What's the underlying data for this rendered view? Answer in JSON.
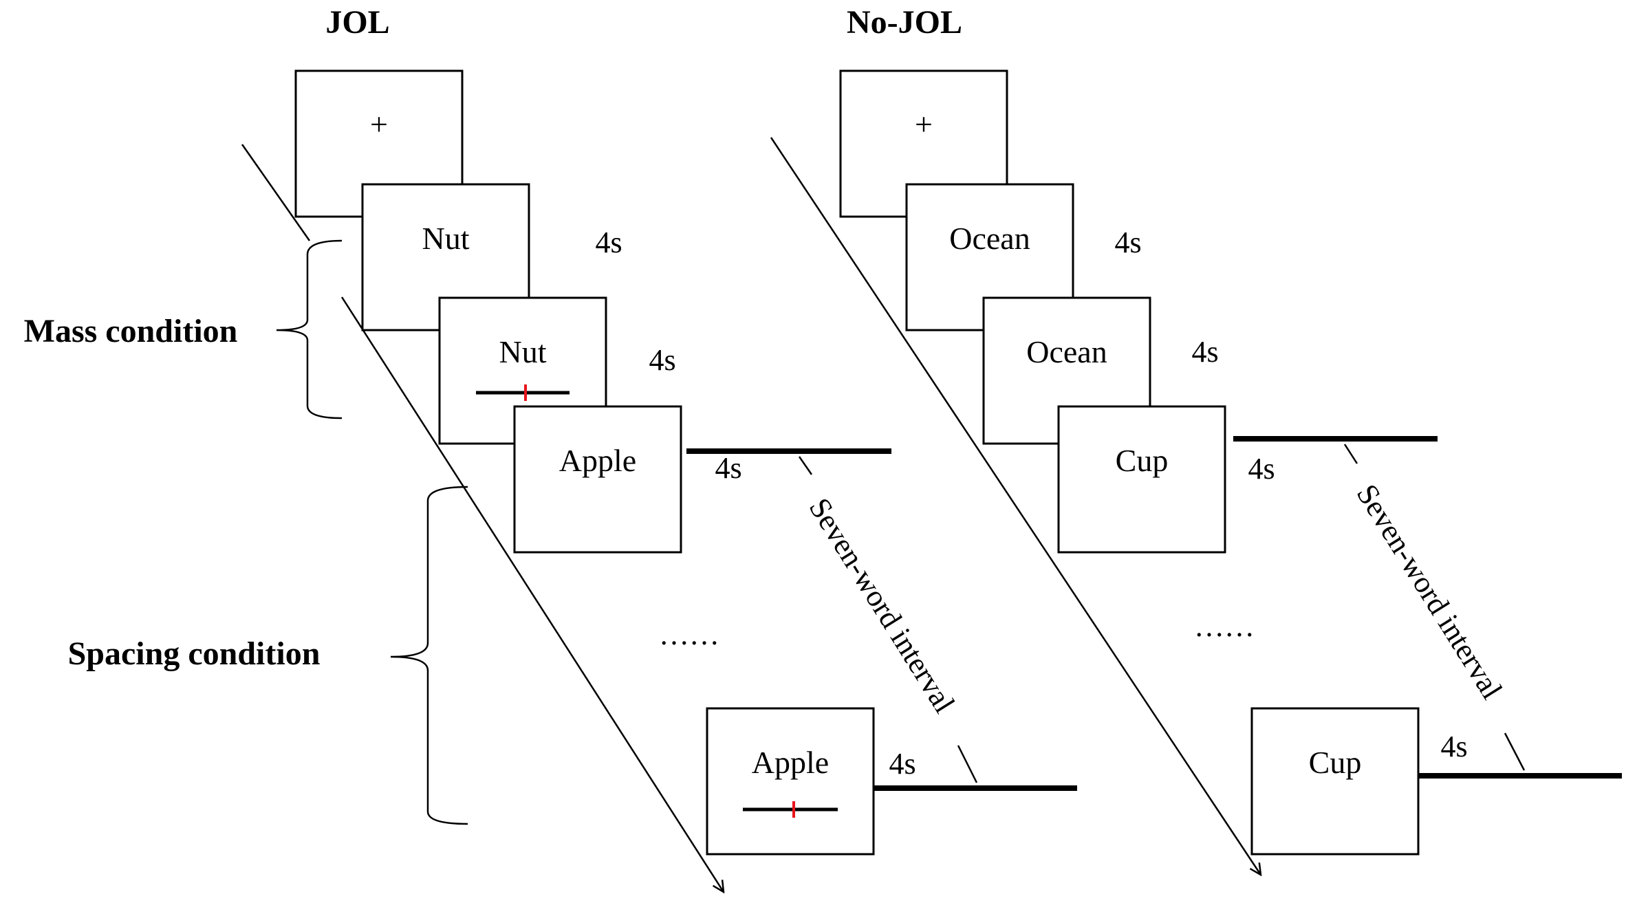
{
  "headers": {
    "jol": "JOL",
    "no_jol": "No-JOL"
  },
  "conditions": {
    "mass": "Mass condition",
    "spacing": "Spacing condition"
  },
  "jol_panel": {
    "fixation": "+",
    "word_1": "Nut",
    "word_2": "Nut",
    "word_3": "Apple",
    "word_4": "Apple",
    "duration_1": "4s",
    "duration_2": "4s",
    "duration_3": "4s",
    "duration_4": "4s",
    "interval_label": "Seven-word interval",
    "ellipsis": "……"
  },
  "nojol_panel": {
    "fixation": "+",
    "word_1": "Ocean",
    "word_2": "Ocean",
    "word_3": "Cup",
    "word_4": "Cup",
    "duration_1": "4s",
    "duration_2": "4s",
    "duration_3": "4s",
    "duration_4": "4s",
    "interval_label": "Seven-word interval",
    "ellipsis": "……"
  },
  "colors": {
    "slider_marker": "#e8141b",
    "line": "#000000",
    "background": "#ffffff"
  }
}
